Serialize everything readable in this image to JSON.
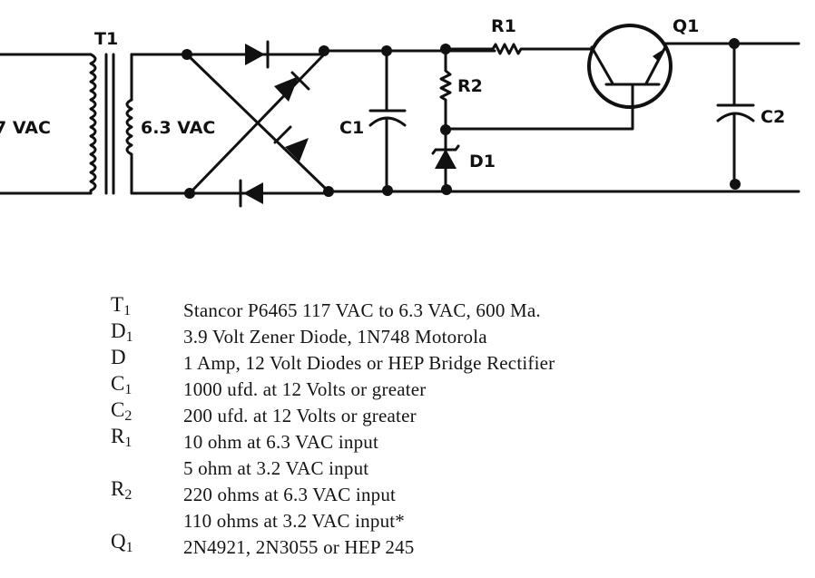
{
  "schematic": {
    "title": "Regulated low-voltage DC power supply",
    "labels": {
      "primary_voltage": "7 VAC",
      "transformer": "T1",
      "secondary_voltage": "6.3 VAC",
      "c1": "C1",
      "r1": "R1",
      "r2": "R2",
      "d1": "D1",
      "q1": "Q1",
      "c2": "C2"
    }
  },
  "parts_list": [
    {
      "ref": "T",
      "sub": "1",
      "lines": [
        "Stancor P6465 117 VAC to 6.3 VAC, 600 Ma."
      ]
    },
    {
      "ref": "D",
      "sub": "1",
      "lines": [
        "3.9 Volt Zener Diode, 1N748 Motorola"
      ]
    },
    {
      "ref": "D",
      "sub": "",
      "lines": [
        "1 Amp, 12 Volt Diodes or HEP Bridge Rectifier"
      ]
    },
    {
      "ref": "C",
      "sub": "1",
      "lines": [
        "1000 ufd. at 12 Volts or greater"
      ]
    },
    {
      "ref": "C",
      "sub": "2",
      "lines": [
        "200 ufd. at 12 Volts or greater"
      ]
    },
    {
      "ref": "R",
      "sub": "1",
      "lines": [
        "10 ohm at 6.3 VAC input",
        "5 ohm at 3.2 VAC input"
      ]
    },
    {
      "ref": "R",
      "sub": "2",
      "lines": [
        "220 ohms at 6.3 VAC input",
        "110 ohms at 3.2 VAC input*"
      ]
    },
    {
      "ref": "Q",
      "sub": "1",
      "lines": [
        "2N4921, 2N3055 or HEP 245"
      ]
    }
  ]
}
